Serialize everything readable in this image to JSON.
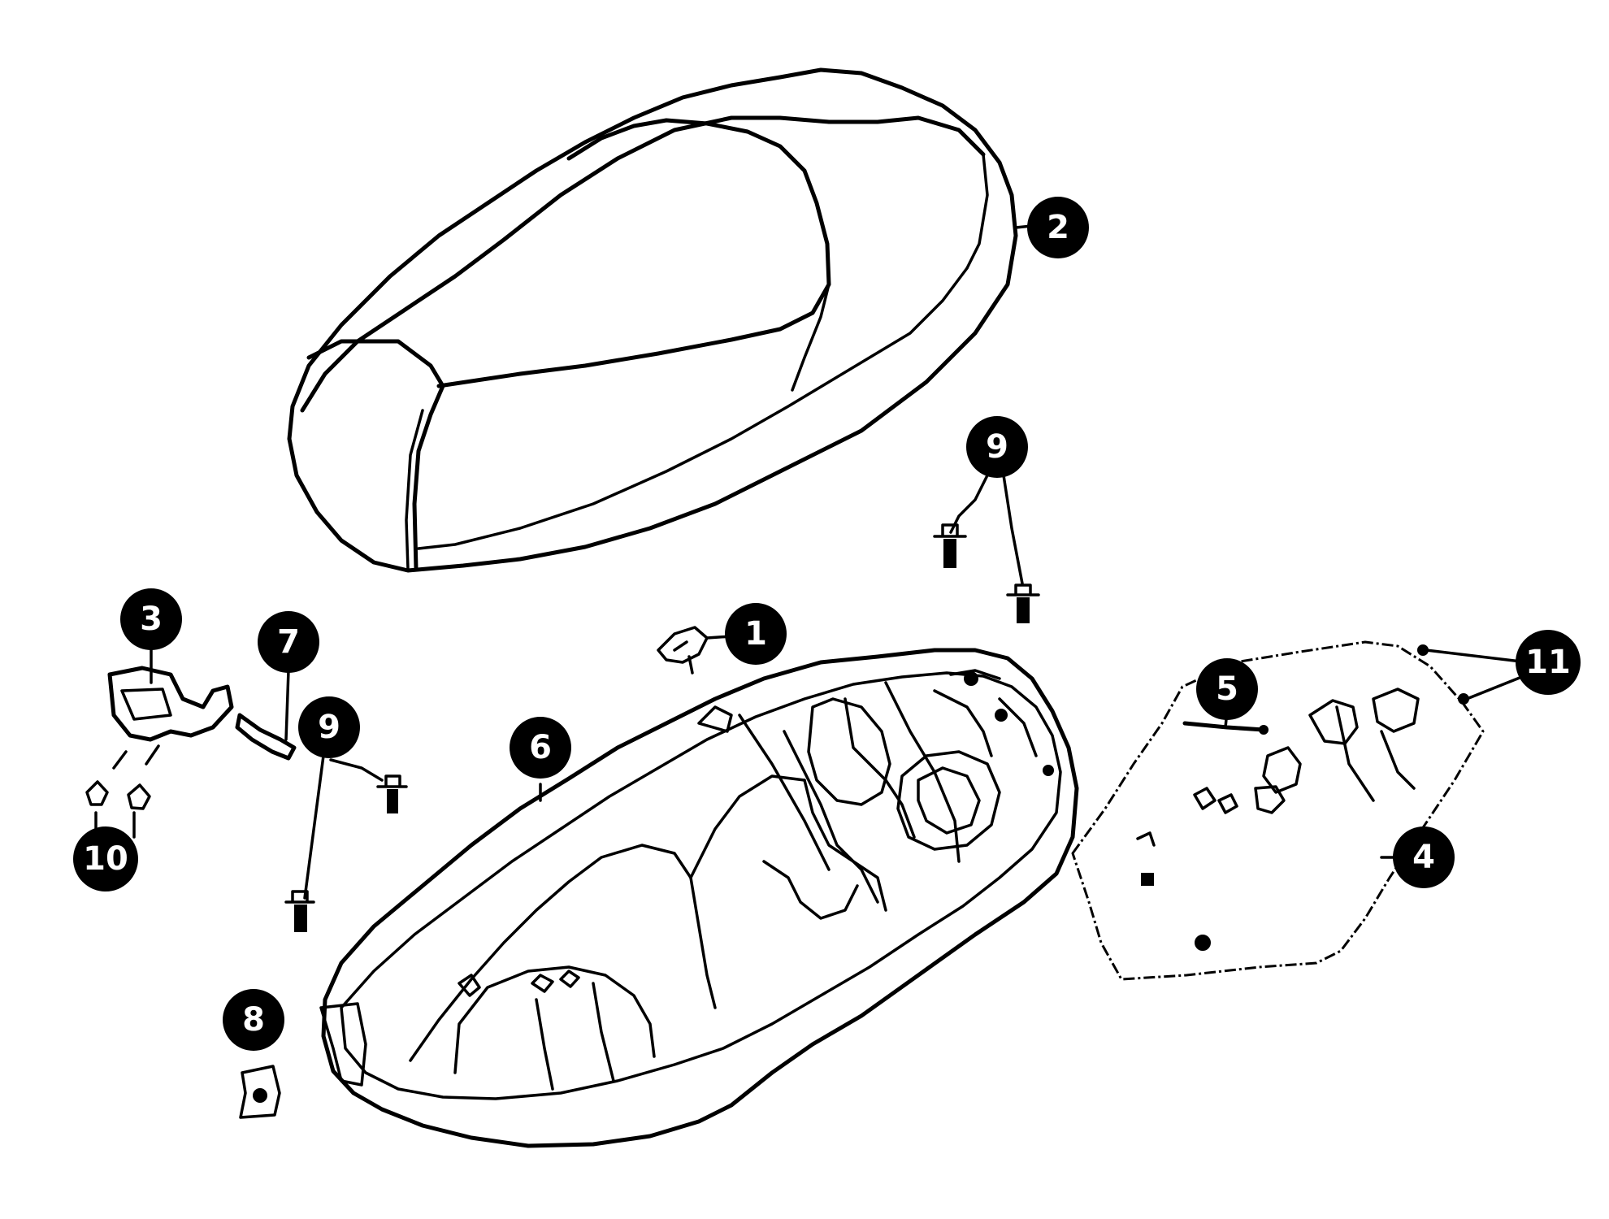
{
  "diagram": {
    "callouts": {
      "c1": "1",
      "c2": "2",
      "c3": "3",
      "c4": "4",
      "c5": "5",
      "c6": "6",
      "c7": "7",
      "c8": "8",
      "c9a": "9",
      "c9b": "9",
      "c10": "10",
      "c11": "11"
    }
  }
}
